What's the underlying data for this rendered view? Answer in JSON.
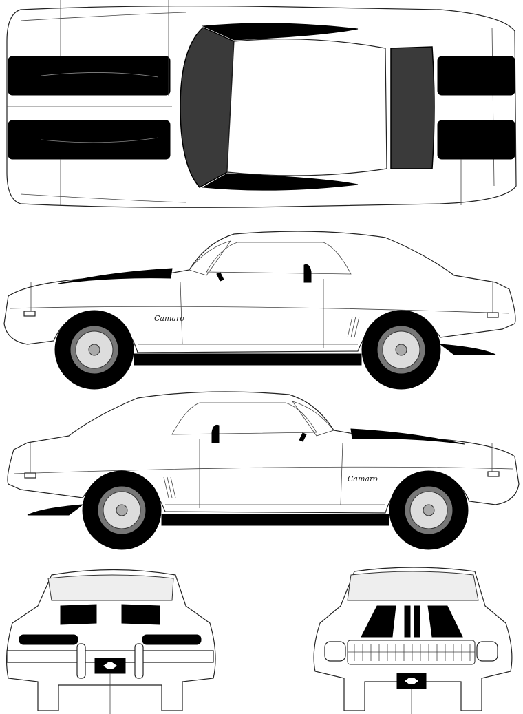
{
  "drawing": {
    "views": [
      {
        "id": "top",
        "label": ""
      },
      {
        "id": "side-left",
        "label": ""
      },
      {
        "id": "side-right",
        "label": ""
      },
      {
        "id": "rear",
        "label": ""
      },
      {
        "id": "front",
        "label": ""
      }
    ],
    "logo_text": "Camaro",
    "colors": {
      "line": "#222222",
      "stripe": "#000000",
      "glass_dark": "#3a3a3a",
      "background": "#ffffff"
    }
  }
}
